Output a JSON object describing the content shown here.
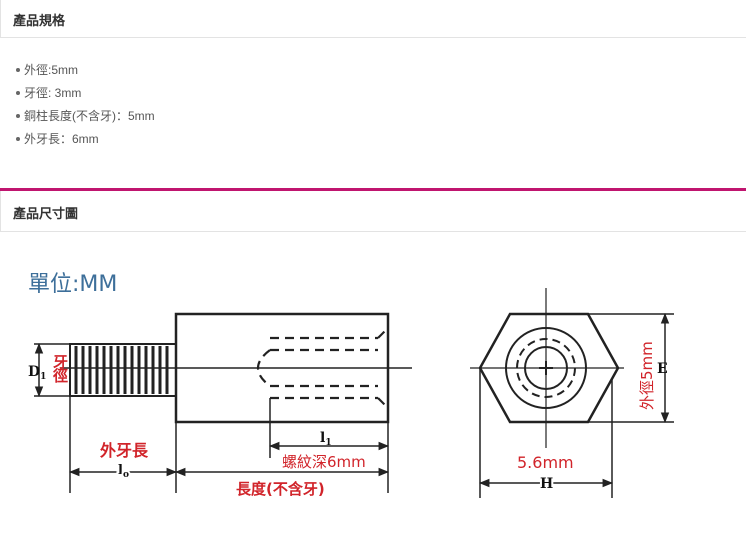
{
  "section1": {
    "title": "產品規格",
    "specs": [
      "外徑:5mm",
      "牙徑: 3mm",
      "銅柱長度(不含牙)：5mm",
      "外牙長：6mm"
    ]
  },
  "section2": {
    "title": "產品尺寸圖"
  },
  "drawing": {
    "unit_label": "單位:MM",
    "d1": "D",
    "d1_sub": "1",
    "thread_diameter": "牙徑",
    "male_thread_length": "外牙長",
    "l0": "l",
    "l0_sub": "o",
    "l1": "l",
    "l1_sub": "1",
    "thread_depth": "螺紋深6mm",
    "length_no_thread": "長度(不含牙)",
    "hex_width": "5.6mm",
    "h_label": "H",
    "outer_diameter": "外徑5mm",
    "e_label": "E"
  },
  "colors": {
    "accent": "#c0156f",
    "annotation_red": "#d1242a",
    "unit_blue": "#3d6f9a"
  }
}
